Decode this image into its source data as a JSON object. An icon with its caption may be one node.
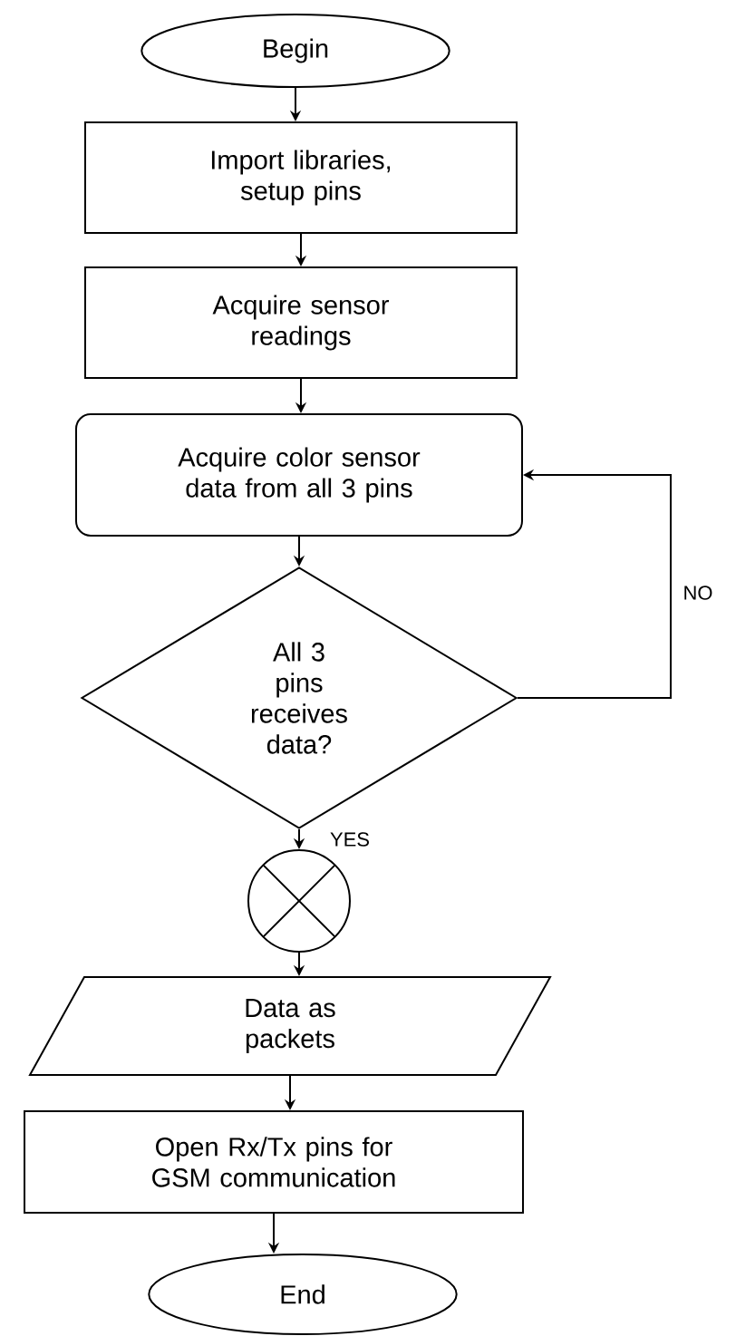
{
  "diagram": {
    "nodes": [
      {
        "text": [
          "Begin"
        ]
      },
      {
        "text": [
          "Import libraries, setup pins"
        ]
      },
      {
        "text": [
          "Acquire sensor readings"
        ]
      },
      {
        "text": [
          "Acquire color sensor data from all 3 pins"
        ]
      },
      {
        "text": [
          "All 3 pins receives data?"
        ]
      },
      {
        "text": [],
        "shape": "circle"
      },
      {
        "text": [
          "Data as packets"
        ]
      },
      {
        "text": [
          "Open Rx/Tx pins for GSM communication"
        ]
      },
      {
        "text": [
          "End"
        ]
      }
    ],
    "edges": [
      {
        "from": 0,
        "to": 1,
        "arrow": "to"
      },
      {
        "from": 1,
        "to": 2,
        "arrow": "to"
      },
      {
        "from": 2,
        "to": 3,
        "arrow": "to"
      },
      {
        "from": 3,
        "to": 4,
        "arrow": "to"
      },
      {
        "from": 4,
        "to": 5,
        "arrow": "to",
        "label": "YES"
      },
      {
        "from": 5,
        "to": 6,
        "arrow": "to"
      },
      {
        "from": 6,
        "to": 7,
        "arrow": "to"
      },
      {
        "from": 7,
        "to": 8,
        "arrow": "to"
      },
      {
        "from": 4,
        "to": 3,
        "arrow": "to",
        "label": "NO"
      }
    ]
  }
}
